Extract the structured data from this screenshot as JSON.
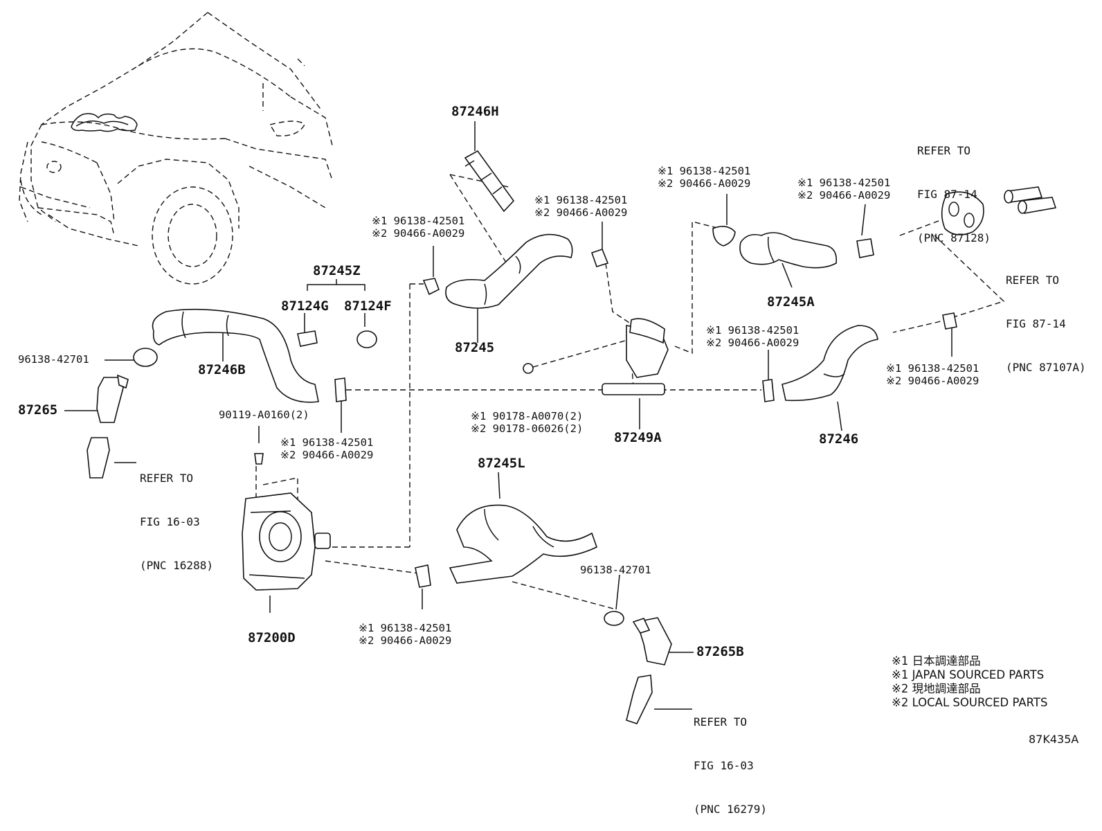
{
  "diagram": {
    "part_labels": {
      "p87246H": "87246H",
      "p87245Z": "87245Z",
      "p87124G": "87124G",
      "p87124F": "87124F",
      "p87246B": "87246B",
      "p87245": "87245",
      "p87245A": "87245A",
      "p87249A": "87249A",
      "p87246": "87246",
      "p87245L": "87245L",
      "p87265": "87265",
      "p87265B": "87265B",
      "p87200D": "87200D"
    },
    "clamp_a": "96138-42701",
    "clamp_b": "96138-42701",
    "bolt": "90119-A0160(2)",
    "clamp_groups": {
      "g1": {
        "line1": "※1 96138-42501",
        "line2": "※2 90466-A0029"
      },
      "g2": {
        "line1": "※1 96138-42501",
        "line2": "※2 90466-A0029"
      },
      "g3": {
        "line1": "※1 96138-42501",
        "line2": "※2 90466-A0029"
      },
      "g4": {
        "line1": "※1 96138-42501",
        "line2": "※2 90466-A0029"
      },
      "g5": {
        "line1": "※1 96138-42501",
        "line2": "※2 90466-A0029"
      },
      "g6": {
        "line1": "※1 96138-42501",
        "line2": "※2 90466-A0029"
      },
      "g7": {
        "line1": "※1 96138-42501",
        "line2": "※2 90466-A0029"
      },
      "g8": {
        "line1": "※1 96138-42501",
        "line2": "※2 90466-A0029"
      }
    },
    "nut_group": {
      "line1": "※1 90178-A0070(2)",
      "line2": "※2 90178-06026(2)"
    },
    "refs": {
      "ref_87128": {
        "line1": "REFER TO",
        "line2": "FIG 87-14",
        "line3": "(PNC 87128)"
      },
      "ref_87107A": {
        "line1": "REFER TO",
        "line2": "FIG 87-14",
        "line3": "(PNC 87107A)"
      },
      "ref_16288": {
        "line1": "REFER TO",
        "line2": "FIG 16-03",
        "line3": "(PNC 16288)"
      },
      "ref_16279": {
        "line1": "REFER TO",
        "line2": "FIG 16-03",
        "line3": "(PNC 16279)"
      }
    },
    "legend": {
      "l1": "※1 日本調達部品",
      "l2": "※1 JAPAN SOURCED PARTS",
      "l3": "※2 現地調達部品",
      "l4": "※2 LOCAL SOURCED PARTS"
    },
    "figure_code": "87K435A"
  }
}
